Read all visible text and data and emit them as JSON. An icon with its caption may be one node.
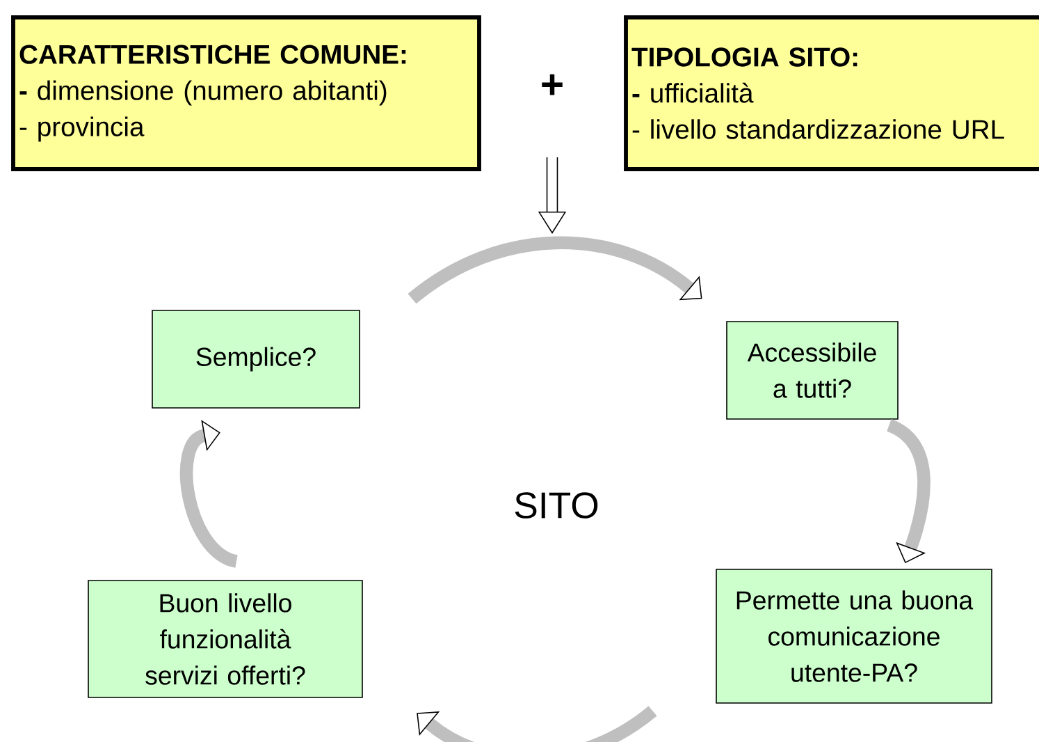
{
  "diagram": {
    "nodes": [
      {
        "text": [
          "CARATTERISTICHE COMUNE:",
          "**-** dimensione (numero abitanti)",
          "- provincia"
        ]
      },
      {
        "text": [
          "TIPOLOGIA SITO:",
          "**-** ufficialità",
          "- livello standardizzazione URL"
        ]
      },
      {
        "text": [
          "Semplice?"
        ]
      },
      {
        "text": [
          "Accessibile a tutti?"
        ]
      },
      {
        "text": [
          "Permette una buona comunicazione utente-PA?"
        ]
      },
      {
        "text": [
          "Buon livello funzionalità servizi offerti?"
        ]
      }
    ],
    "edges": [
      {
        "from": 2,
        "to": 3,
        "arrow": "to"
      },
      {
        "from": 3,
        "to": 4,
        "arrow": "to"
      },
      {
        "from": 4,
        "to": 5,
        "arrow": "to"
      },
      {
        "from": 5,
        "to": 2,
        "arrow": "to"
      }
    ],
    "labels": [
      "+",
      "SITO"
    ]
  }
}
